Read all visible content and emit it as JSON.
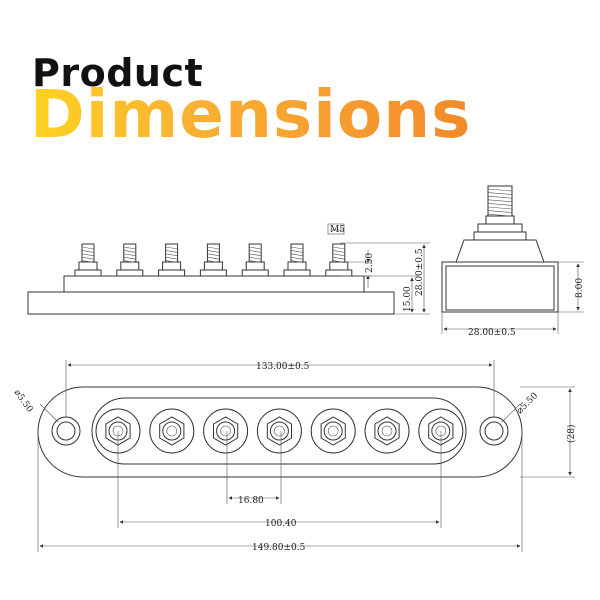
{
  "title": {
    "line1": "Product",
    "line2": "Dimensions"
  },
  "colors": {
    "line": "#333333",
    "gradient_start": "#ffd21f",
    "gradient_end": "#f28a2a"
  },
  "dimensions": {
    "thread": "M5",
    "stud_height": "2.50",
    "base_height": "15.00",
    "total_height": "28.00±0.5",
    "side_height": "8.00",
    "side_width": "28.00±0.5",
    "stud_span": "133.00±0.5",
    "hole_dia_left": "⌀5.50",
    "hole_dia_right": "⌀5.50",
    "width_ref": "(28)",
    "pitch": "16.80",
    "inner_span": "100.40",
    "overall_length": "149.80±0.5"
  }
}
